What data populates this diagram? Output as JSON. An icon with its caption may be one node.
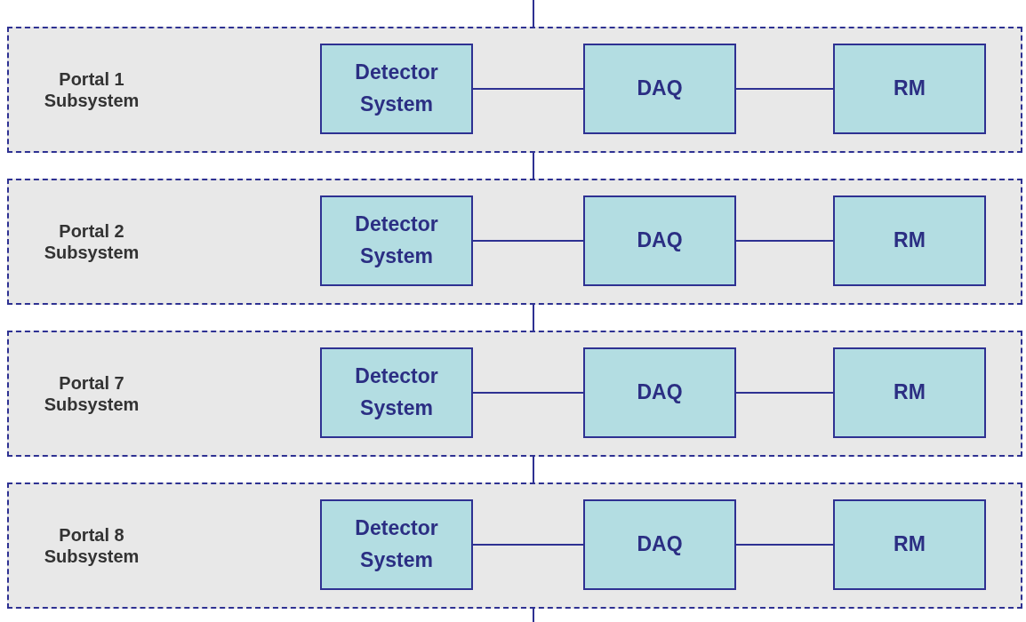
{
  "diagram": {
    "nodes": [
      {
        "text": [
          "Portal 1 Subsystem"
        ]
      },
      {
        "text": [
          "Detector System"
        ],
        "in": 0
      },
      {
        "text": [
          "DAQ"
        ],
        "in": 0
      },
      {
        "text": [
          "RM"
        ],
        "in": 0
      },
      {
        "text": [
          "Portal 2 Subsystem"
        ]
      },
      {
        "text": [
          "Detector System"
        ],
        "in": 4
      },
      {
        "text": [
          "DAQ"
        ],
        "in": 4
      },
      {
        "text": [
          "RM"
        ],
        "in": 4
      },
      {
        "text": [
          "Portal 7 Subsystem"
        ]
      },
      {
        "text": [
          "Detector System"
        ],
        "in": 8
      },
      {
        "text": [
          "DAQ"
        ],
        "in": 8
      },
      {
        "text": [
          "RM"
        ],
        "in": 8
      },
      {
        "text": [
          "Portal 8 Subsystem"
        ]
      },
      {
        "text": [
          "Detector System"
        ],
        "in": 12
      },
      {
        "text": [
          "DAQ"
        ],
        "in": 12
      },
      {
        "text": [
          "RM"
        ],
        "in": 12
      }
    ],
    "edges": [
      {
        "from": null,
        "to": 0,
        "arrow": "none"
      },
      {
        "from": 1,
        "to": 2,
        "arrow": "none"
      },
      {
        "from": 2,
        "to": 3,
        "arrow": "none"
      },
      {
        "from": 0,
        "to": 4,
        "arrow": "none"
      },
      {
        "from": 5,
        "to": 6,
        "arrow": "none"
      },
      {
        "from": 6,
        "to": 7,
        "arrow": "none"
      },
      {
        "from": 4,
        "to": 8,
        "arrow": "none"
      },
      {
        "from": 9,
        "to": 10,
        "arrow": "none"
      },
      {
        "from": 10,
        "to": 11,
        "arrow": "none"
      },
      {
        "from": 8,
        "to": 12,
        "arrow": "none"
      },
      {
        "from": 13,
        "to": 14,
        "arrow": "none"
      },
      {
        "from": 14,
        "to": 15,
        "arrow": "none"
      },
      {
        "from": 12,
        "to": null,
        "arrow": "none"
      }
    ]
  }
}
